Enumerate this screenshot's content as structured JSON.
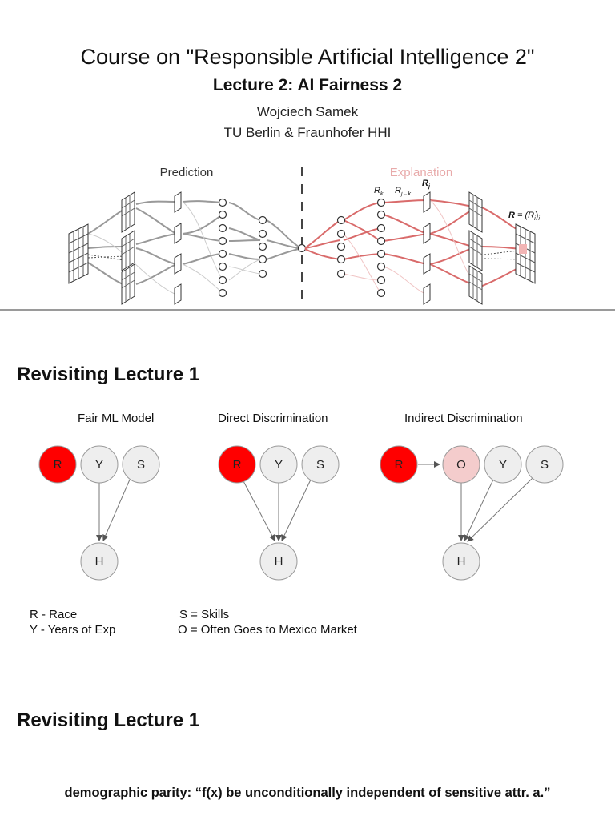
{
  "header": {
    "title": "Course on \"Responsible Artificial Intelligence 2\"",
    "subtitle": "Lecture 2: AI Fairness 2",
    "author": "Wojciech Samek",
    "affiliation": "TU Berlin & Fraunhofer HHI"
  },
  "figure": {
    "prediction_label": "Prediction",
    "explanation_label": "Explanation",
    "rk": "R",
    "rk_sub": "k",
    "rjk": "R",
    "rjk_sub": "j←k",
    "rj": "R",
    "rj_sub": "j",
    "r_bold": "R",
    "r_eq": " = (R",
    "r_eq_sub": "i",
    "r_eq_end": ")",
    "r_eq_sub2": "i",
    "explanation_color": "#e8aaaa",
    "relevance_color": "#d96b6b"
  },
  "section1": {
    "title": "Revisiting Lecture 1",
    "diagrams": [
      {
        "label": "Fair ML Model",
        "nodes": [
          "R",
          "Y",
          "S",
          "H"
        ]
      },
      {
        "label": "Direct Discrimination",
        "nodes": [
          "R",
          "Y",
          "S",
          "H"
        ]
      },
      {
        "label": "Indirect Discrimination",
        "nodes": [
          "R",
          "O",
          "Y",
          "S",
          "H"
        ]
      }
    ],
    "colors": {
      "sensitive": "#ff0000",
      "proxy": "#f4cccc",
      "neutral": "#eeeeee"
    },
    "legend": {
      "r": "R - Race",
      "y": "Y - Years of Exp",
      "s": "S = Skills",
      "o": "O = Often Goes to Mexico Market"
    }
  },
  "section2": {
    "title": "Revisiting Lecture 1",
    "parity": "demographic parity: “f(x) be unconditionally independent of sensitive attr. a.”"
  }
}
